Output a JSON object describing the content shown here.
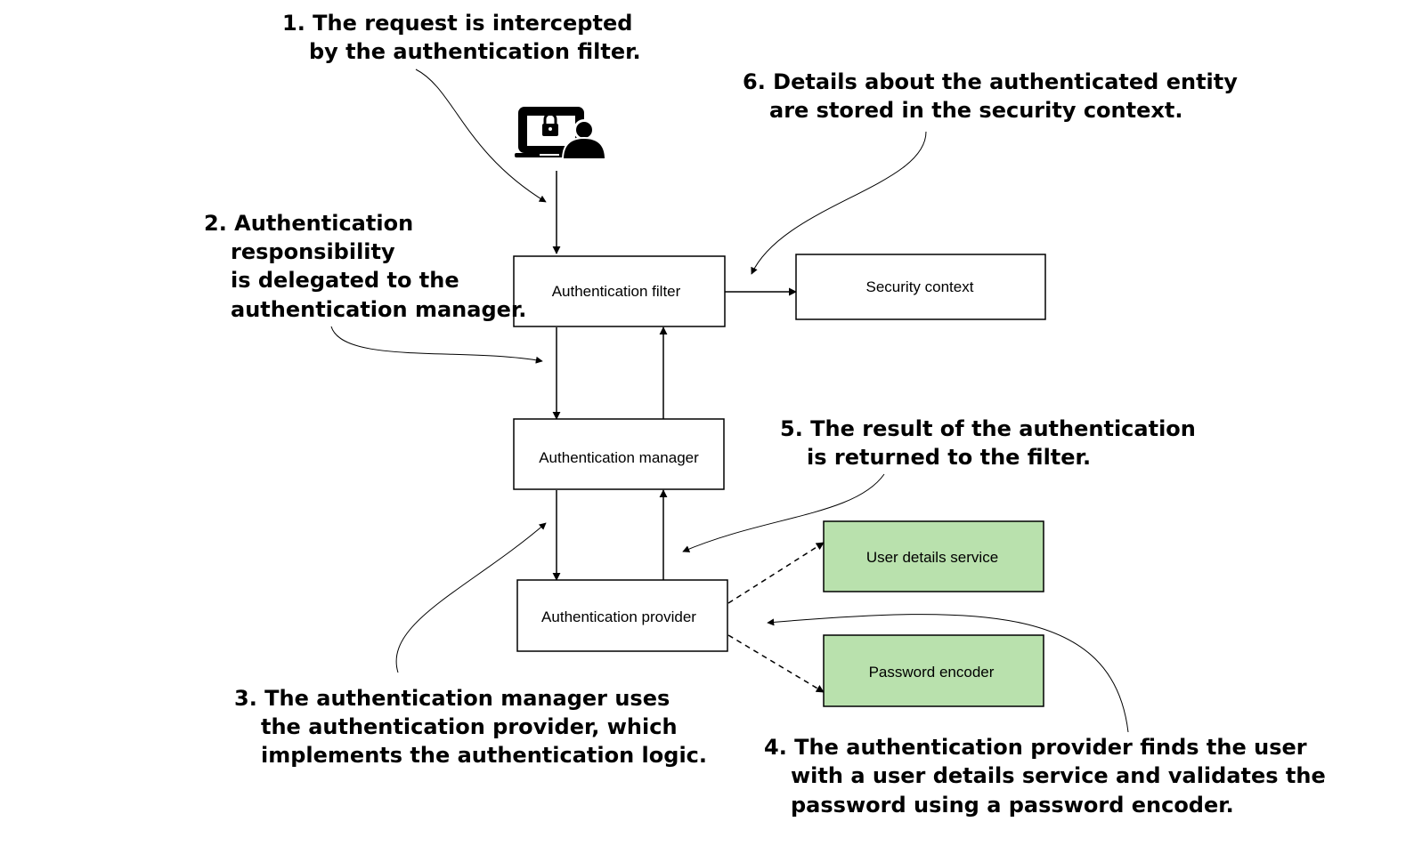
{
  "colors": {
    "box_fill": "#ffffff",
    "component_fill": "#b9e1ad",
    "stroke": "#000000"
  },
  "icon": "laptop-lock-user-icon",
  "boxes": {
    "auth_filter": "Authentication filter",
    "security_context": "Security context",
    "auth_manager": "Authentication manager",
    "auth_provider": "Authentication provider",
    "user_details_service": "User details service",
    "password_encoder": "Password encoder"
  },
  "annotations": {
    "step1": [
      "1. The request is intercepted",
      "by the authentication filter."
    ],
    "step2": [
      "2. Authentication",
      "responsibility",
      "is delegated to the",
      "authentication manager."
    ],
    "step3": [
      "3. The authentication manager uses",
      "the authentication provider, which",
      "implements the authentication logic."
    ],
    "step4": [
      "4. The authentication provider finds the user",
      "with a user details service and validates the",
      "password using a password encoder."
    ],
    "step5": [
      "5. The result of the authentication",
      "is returned to the filter."
    ],
    "step6": [
      "6. Details about the authenticated entity",
      "are stored in the security context."
    ]
  }
}
